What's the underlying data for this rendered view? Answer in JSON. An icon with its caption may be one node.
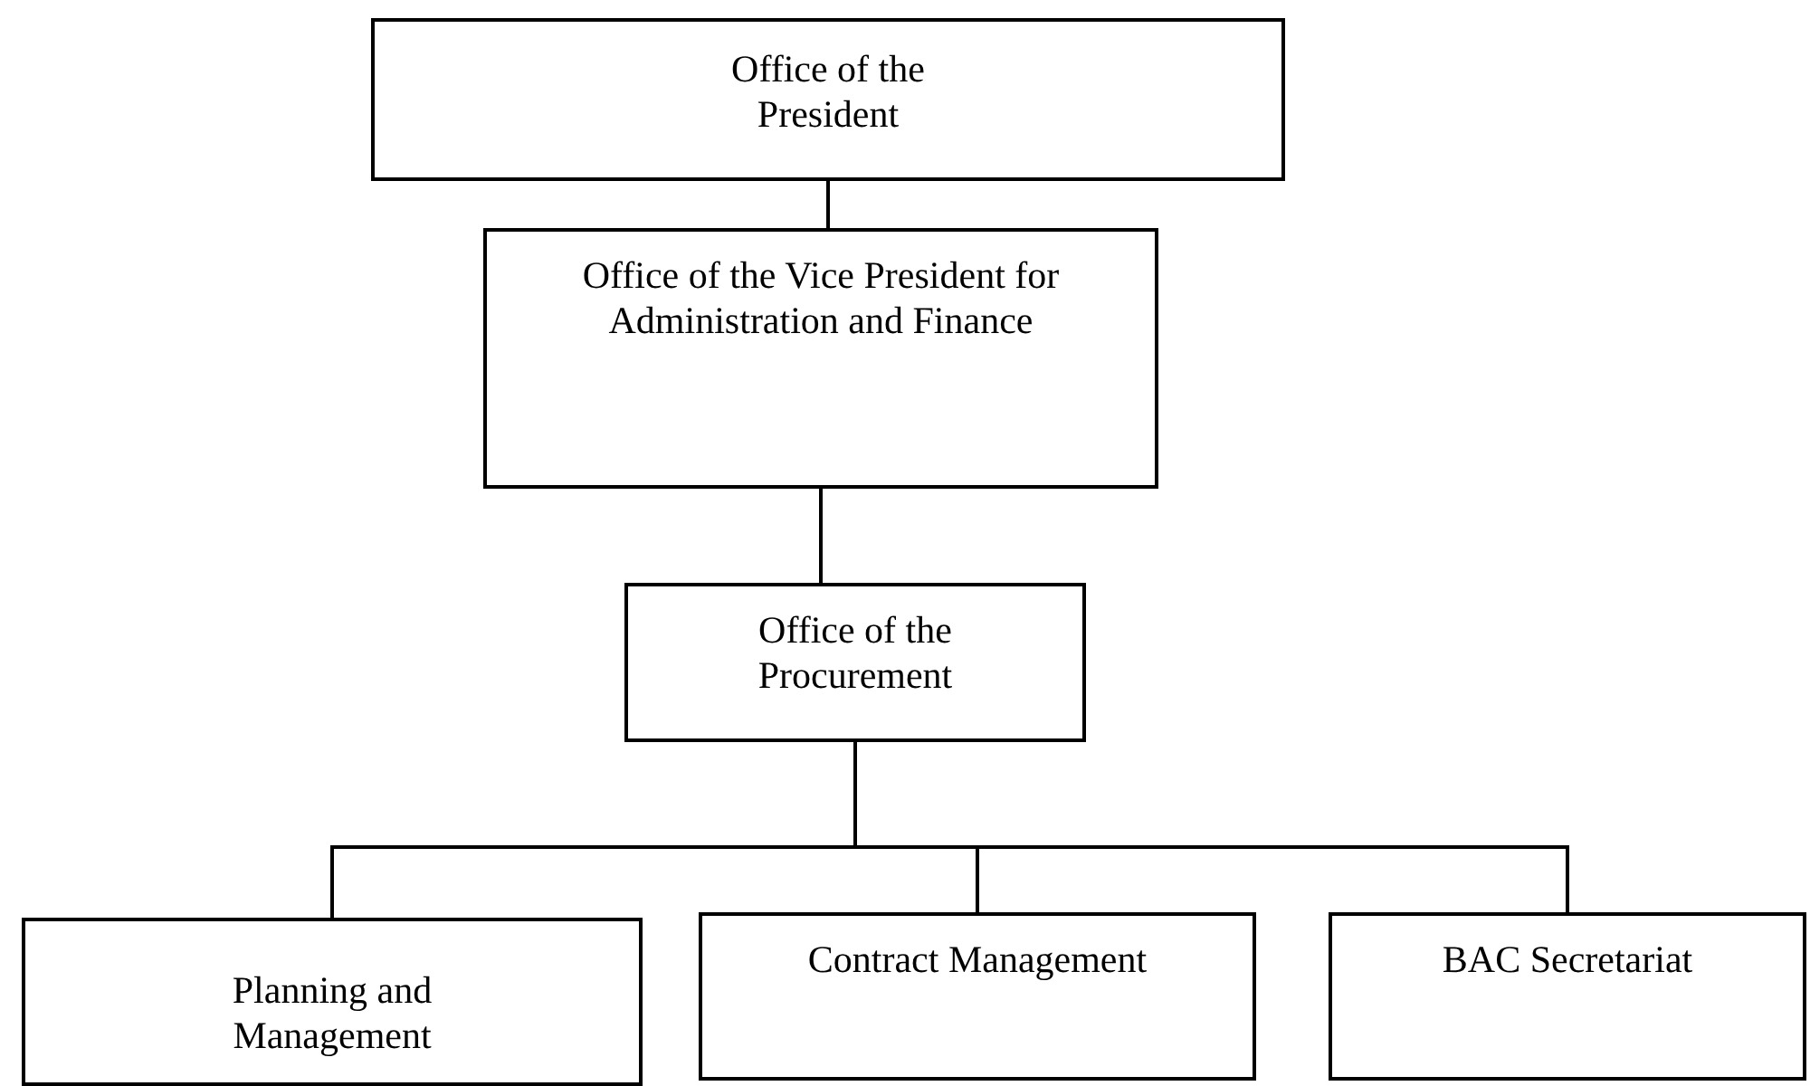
{
  "diagram": {
    "nodes": [
      {
        "text": [
          "Office of the President"
        ]
      },
      {
        "text": [
          "Office of the Vice President for Administration and Finance"
        ]
      },
      {
        "text": [
          "Office of the Procurement"
        ]
      },
      {
        "text": [
          "Planning and Management"
        ]
      },
      {
        "text": [
          "Contract Management"
        ]
      },
      {
        "text": [
          "BAC Secretariat"
        ]
      }
    ],
    "edges": [
      {
        "from": 0,
        "to": 1,
        "arrow": "none"
      },
      {
        "from": 1,
        "to": 2,
        "arrow": "none"
      },
      {
        "from": 2,
        "to": 3,
        "arrow": "none"
      },
      {
        "from": 2,
        "to": 4,
        "arrow": "none"
      },
      {
        "from": 2,
        "to": 5,
        "arrow": "none"
      }
    ]
  }
}
